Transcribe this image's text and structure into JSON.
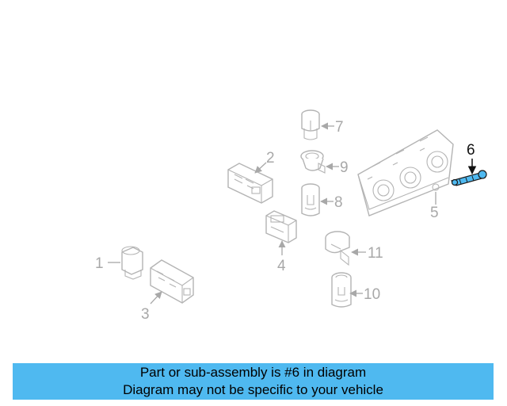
{
  "diagram": {
    "callouts": {
      "p1": "1",
      "p2": "2",
      "p3": "3",
      "p4": "4",
      "p5": "5",
      "p6": "6",
      "p7": "7",
      "p8": "8",
      "p9": "9",
      "p10": "10",
      "p11": "11"
    },
    "highlighted_part": "6",
    "colors": {
      "highlight": "#4fb9f0",
      "line": "#b4b4b4",
      "label": "#a8a8a8",
      "banner": "#4fb9f0"
    }
  },
  "banner": {
    "line1": "Part or sub-assembly is #6 in diagram",
    "line2": "Diagram may not be specific to your vehicle"
  }
}
